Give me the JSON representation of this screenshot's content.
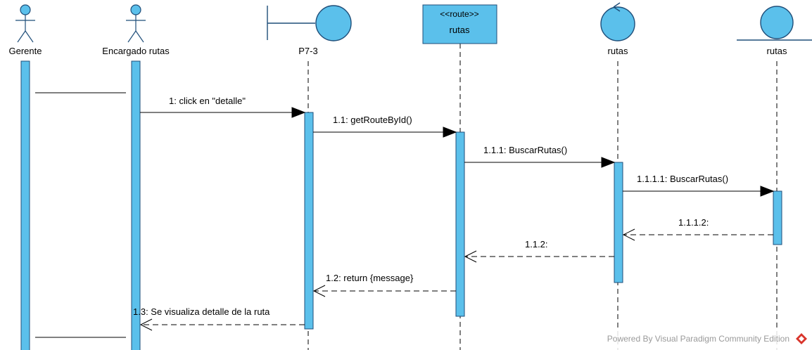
{
  "participants": {
    "gerente": {
      "name": "Gerente",
      "kind": "actor"
    },
    "encargado": {
      "name": "Encargado rutas",
      "kind": "actor"
    },
    "p73": {
      "name": "P7-3",
      "kind": "boundary"
    },
    "route": {
      "stereotype": "<<route>>",
      "name": "rutas",
      "kind": "class"
    },
    "control": {
      "name": "rutas",
      "kind": "control"
    },
    "entity": {
      "name": "rutas",
      "kind": "entity"
    }
  },
  "messages": {
    "m1": "1: click en \"detalle\"",
    "m11": "1.1: getRouteById()",
    "m111": "1.1.1: BuscarRutas()",
    "m1111": "1.1.1.1: BuscarRutas()",
    "m1112": "1.1.1.2:",
    "m112": "1.1.2:",
    "m12": "1.2: return {message}",
    "m13": "1.3: Se visualiza detalle de la ruta"
  },
  "watermark": "Powered By Visual Paradigm Community Edition",
  "colors": {
    "fill": "#5BC0EB",
    "stroke": "#1F4E79",
    "line": "#000000"
  }
}
